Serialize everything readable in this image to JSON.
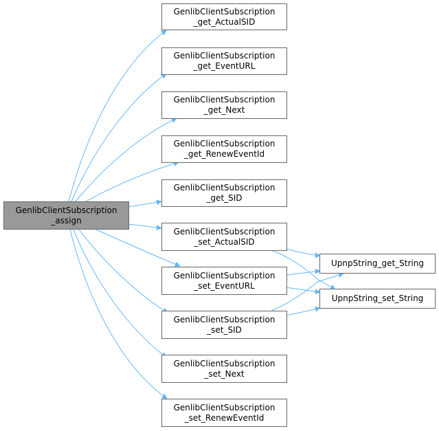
{
  "colors": {
    "edge": "#63b8ff",
    "node_border": "#666666",
    "root_fill": "#999999",
    "node_fill": "#ffffff"
  },
  "root": {
    "line1": "GenlibClientSubscription",
    "line2": "_assign"
  },
  "callees": [
    {
      "id": "get_actualsid",
      "line1": "GenlibClientSubscription",
      "line2": "_get_ActualSID"
    },
    {
      "id": "get_eventurl",
      "line1": "GenlibClientSubscription",
      "line2": "_get_EventURL"
    },
    {
      "id": "get_next",
      "line1": "GenlibClientSubscription",
      "line2": "_get_Next"
    },
    {
      "id": "get_reneweventid",
      "line1": "GenlibClientSubscription",
      "line2": "_get_RenewEventId"
    },
    {
      "id": "get_sid",
      "line1": "GenlibClientSubscription",
      "line2": "_get_SID"
    },
    {
      "id": "set_actualsid",
      "line1": "GenlibClientSubscription",
      "line2": "_set_ActualSID"
    },
    {
      "id": "set_eventurl",
      "line1": "GenlibClientSubscription",
      "line2": "_set_EventURL"
    },
    {
      "id": "set_sid",
      "line1": "GenlibClientSubscription",
      "line2": "_set_SID"
    },
    {
      "id": "set_next",
      "line1": "GenlibClientSubscription",
      "line2": "_set_Next"
    },
    {
      "id": "set_reneweventid",
      "line1": "GenlibClientSubscription",
      "line2": "_set_RenewEventId"
    }
  ],
  "leaves": [
    {
      "id": "upnpstring_get_string",
      "label": "UpnpString_get_String"
    },
    {
      "id": "upnpstring_set_string",
      "label": "UpnpString_set_String"
    }
  ]
}
